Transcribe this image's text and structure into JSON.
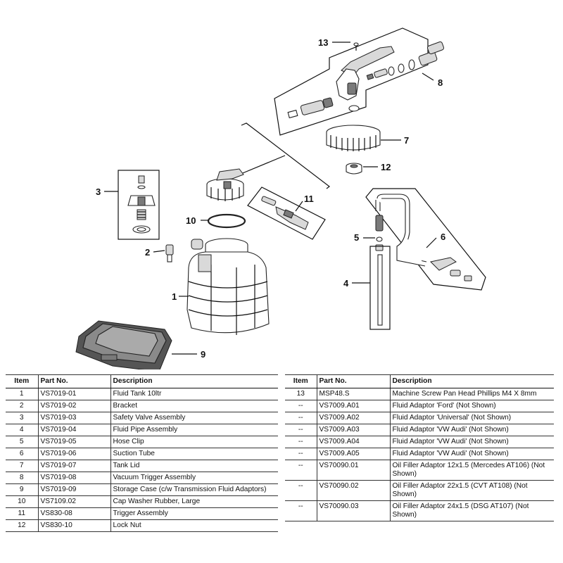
{
  "callouts": {
    "c1": "1",
    "c2": "2",
    "c3": "3",
    "c4": "4",
    "c5": "5",
    "c6": "6",
    "c7": "7",
    "c8": "8",
    "c9": "9",
    "c10": "10",
    "c11": "11",
    "c12": "12",
    "c13": "13"
  },
  "table_headers": {
    "item": "Item",
    "part_no": "Part No.",
    "description": "Description"
  },
  "left_table": [
    {
      "item": "1",
      "part_no": "VS7019-01",
      "description": "Fluid Tank 10ltr"
    },
    {
      "item": "2",
      "part_no": "VS7019-02",
      "description": "Bracket"
    },
    {
      "item": "3",
      "part_no": "VS7019-03",
      "description": "Safety Valve Assembly"
    },
    {
      "item": "4",
      "part_no": "VS7019-04",
      "description": "Fluid Pipe Assembly"
    },
    {
      "item": "5",
      "part_no": "VS7019-05",
      "description": "Hose Clip"
    },
    {
      "item": "6",
      "part_no": "VS7019-06",
      "description": "Suction Tube"
    },
    {
      "item": "7",
      "part_no": "VS7019-07",
      "description": "Tank Lid"
    },
    {
      "item": "8",
      "part_no": "VS7019-08",
      "description": "Vacuum Trigger Assembly"
    },
    {
      "item": "9",
      "part_no": "VS7019-09",
      "description": "Storage Case (c/w Transmission Fluid Adaptors)"
    },
    {
      "item": "10",
      "part_no": "VS7109.02",
      "description": "Cap Washer Rubber, Large"
    },
    {
      "item": "11",
      "part_no": "VS830-08",
      "description": "Trigger Assembly"
    },
    {
      "item": "12",
      "part_no": "VS830-10",
      "description": "Lock Nut"
    }
  ],
  "right_table": [
    {
      "item": "13",
      "part_no": "MSP48.S",
      "description": "Machine Screw Pan Head Phillips M4 X 8mm"
    },
    {
      "item": "--",
      "part_no": "VS7009.A01",
      "description": "Fluid Adaptor 'Ford' (Not Shown)"
    },
    {
      "item": "--",
      "part_no": "VS7009.A02",
      "description": "Fluid Adaptor 'Universal' (Not Shown)"
    },
    {
      "item": "--",
      "part_no": "VS7009.A03",
      "description": "Fluid Adaptor 'VW Audi' (Not Shown)"
    },
    {
      "item": "--",
      "part_no": "VS7009.A04",
      "description": "Fluid Adaptor 'VW Audi' (Not Shown)"
    },
    {
      "item": "--",
      "part_no": "VS7009.A05",
      "description": "Fluid Adaptor 'VW Audi' (Not Shown)"
    },
    {
      "item": "--",
      "part_no": "VS70090.01",
      "description": "Oil Filler Adaptor 12x1.5 (Mercedes AT106) (Not Shown)"
    },
    {
      "item": "--",
      "part_no": "VS70090.02",
      "description": "Oil Filler Adaptor 22x1.5 (CVT AT108) (Not Shown)"
    },
    {
      "item": "--",
      "part_no": "VS70090.03",
      "description": "Oil Filler Adaptor 24x1.5 (DSG AT107) (Not Shown)"
    }
  ]
}
